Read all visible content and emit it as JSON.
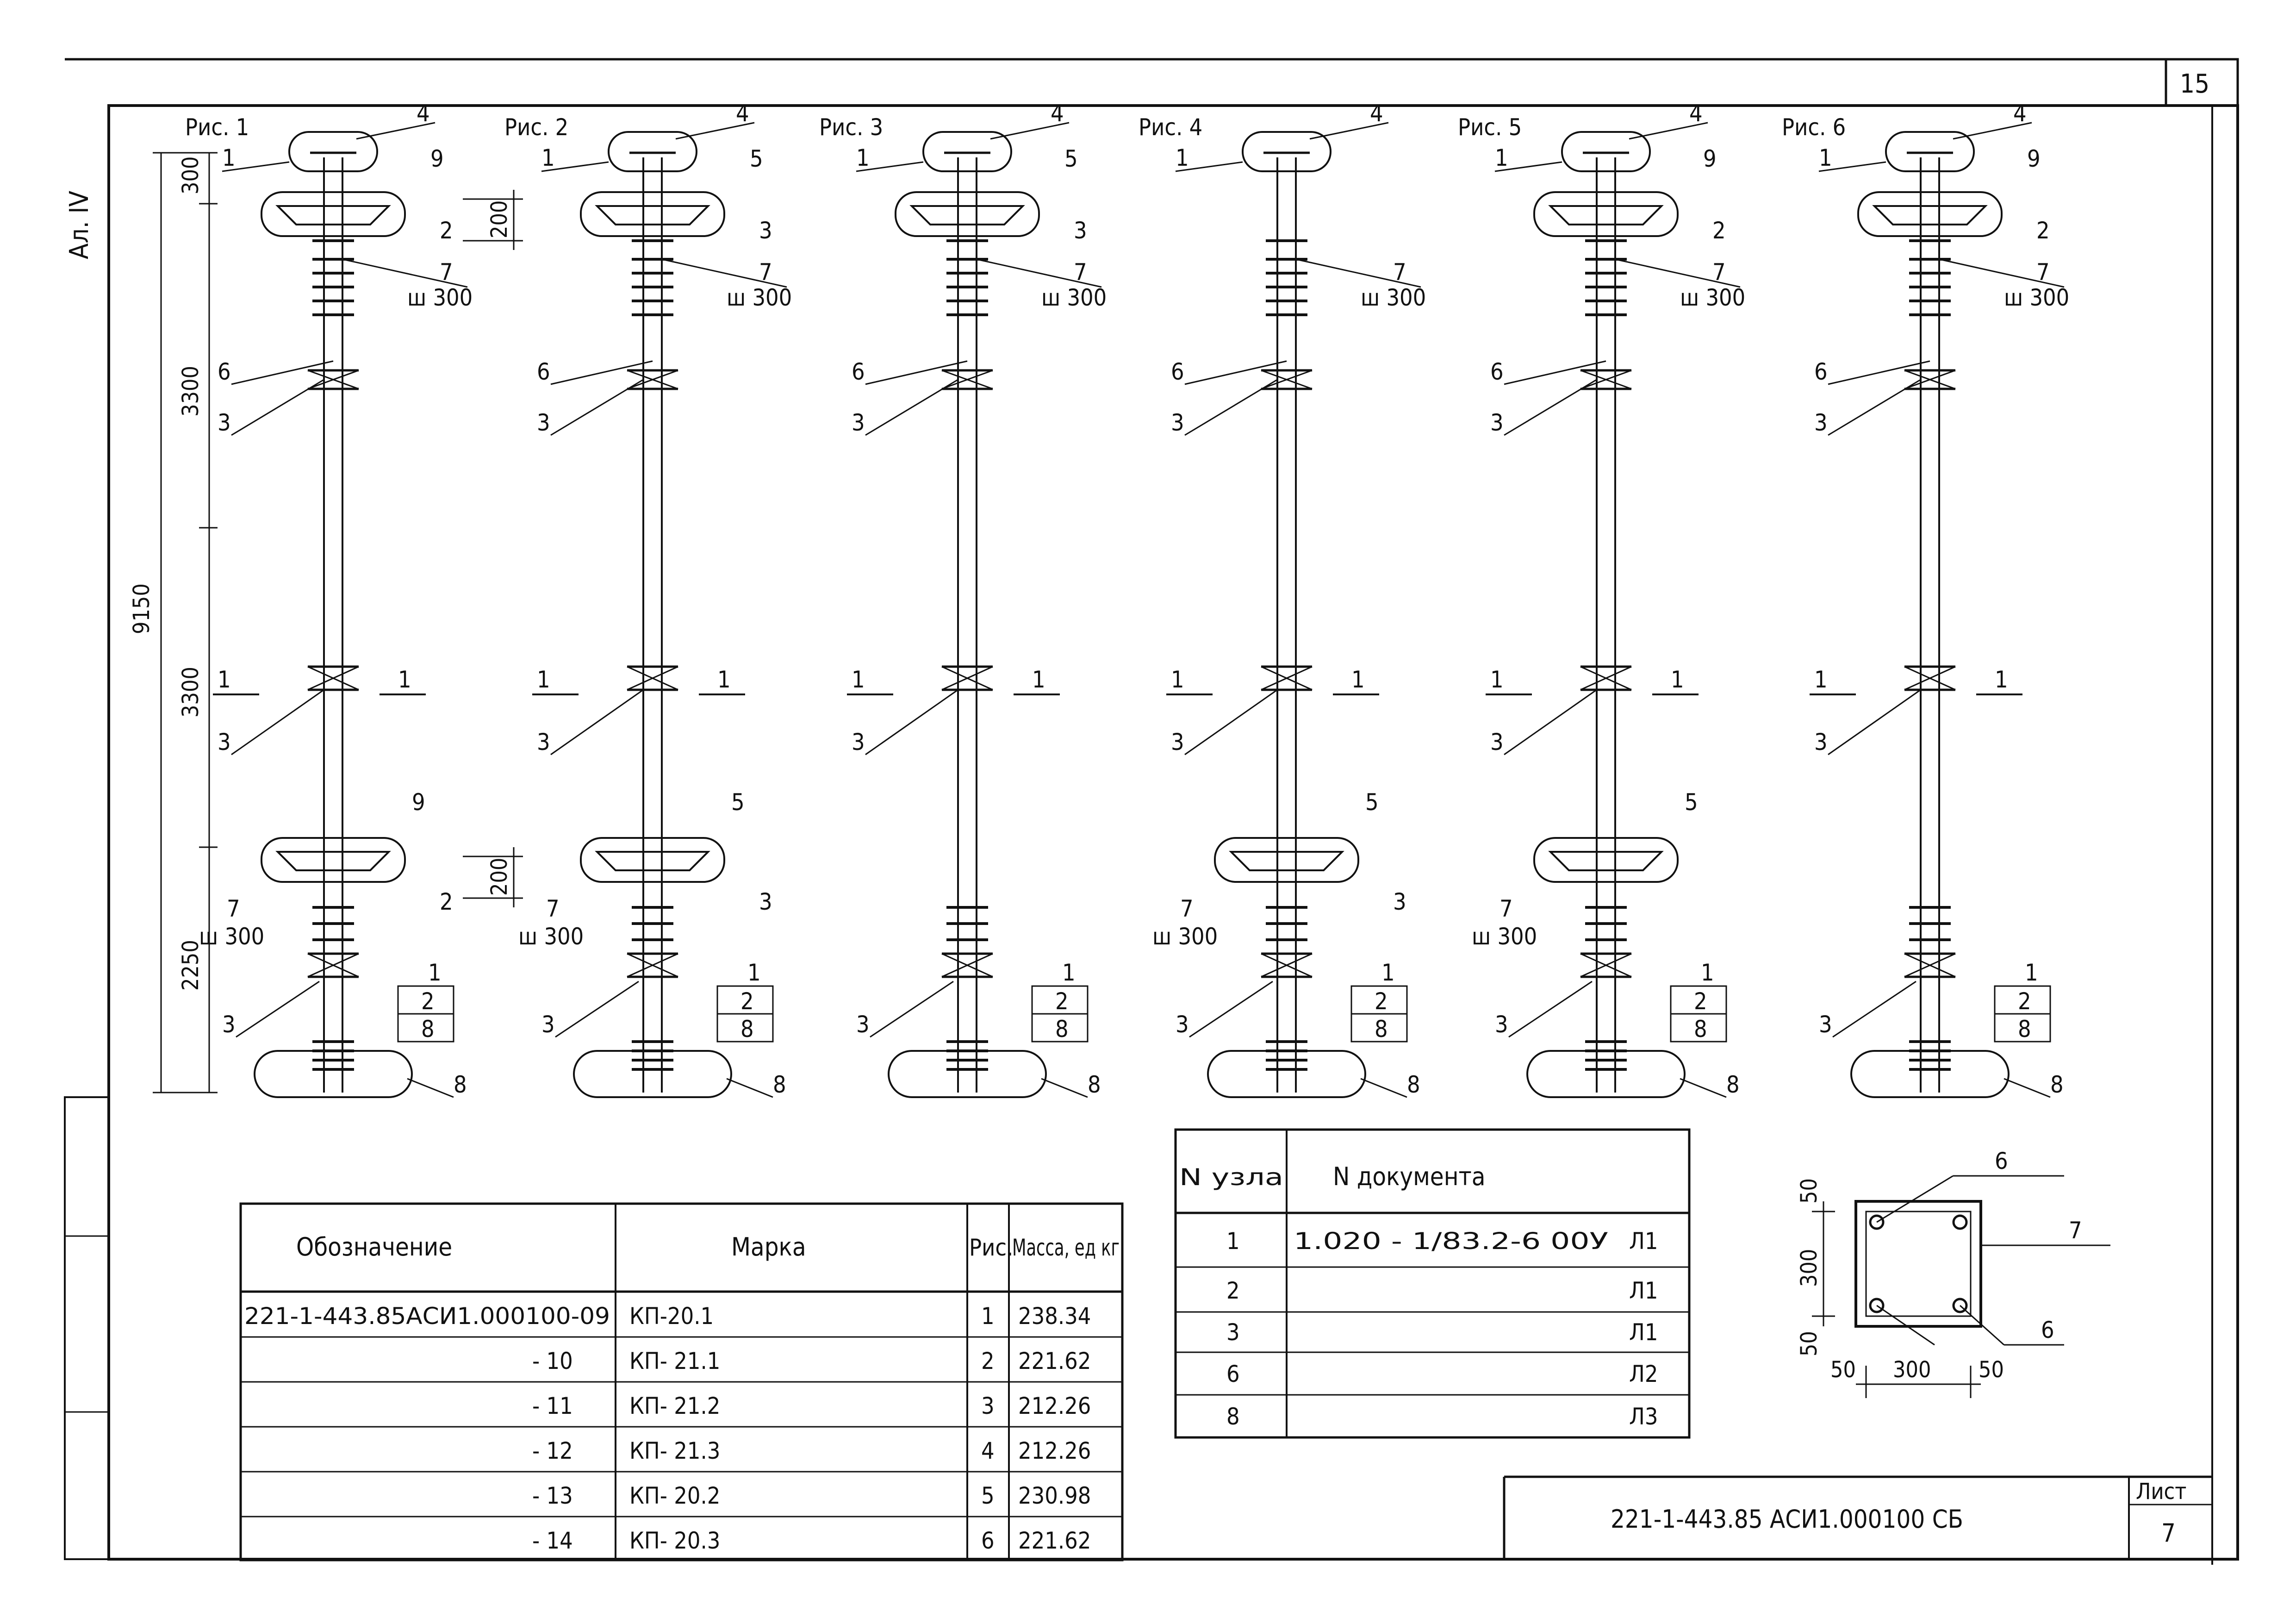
{
  "sheet_number": "15",
  "left_margin_label": "Ал. IV",
  "figures": [
    {
      "title": "Рис. 1",
      "top_lbl": [
        "4",
        "1",
        "9",
        "2",
        "7",
        "ш 300"
      ],
      "mid_lbl": [
        "6",
        "3"
      ],
      "sec": [
        "1",
        "1"
      ],
      "lower_lbl": [
        "3",
        "9",
        "7",
        "ш 300",
        "2"
      ],
      "node": [
        "1",
        "2",
        "8"
      ],
      "bottom_lbl": [
        "3",
        "8"
      ]
    },
    {
      "title": "Рис. 2",
      "top_lbl": [
        "4",
        "1",
        "5",
        "3",
        "7",
        "ш 300"
      ],
      "mid_lbl": [
        "6",
        "3"
      ],
      "sec": [
        "1",
        "1"
      ],
      "lower_lbl": [
        "3",
        "5",
        "7",
        "ш 300",
        "3"
      ],
      "node": [
        "1",
        "2",
        "8"
      ],
      "bottom_lbl": [
        "3",
        "8"
      ]
    },
    {
      "title": "Рис. 3",
      "top_lbl": [
        "4",
        "1",
        "5",
        "3",
        "7",
        "ш 300"
      ],
      "mid_lbl": [
        "6",
        "3"
      ],
      "sec": [
        "1",
        "1"
      ],
      "lower_lbl": [
        "3",
        "",
        "",
        "",
        ""
      ],
      "node": [
        "1",
        "2",
        "8"
      ],
      "bottom_lbl": [
        "3",
        "8"
      ]
    },
    {
      "title": "Рис. 4",
      "top_lbl": [
        "4",
        "1",
        "",
        "",
        "7",
        "ш 300"
      ],
      "mid_lbl": [
        "6",
        "3"
      ],
      "sec": [
        "1",
        "1"
      ],
      "lower_lbl": [
        "3",
        "5",
        "7",
        "ш 300",
        "3"
      ],
      "node": [
        "1",
        "2",
        "8"
      ],
      "bottom_lbl": [
        "3",
        "8"
      ]
    },
    {
      "title": "Рис. 5",
      "top_lbl": [
        "4",
        "1",
        "9",
        "2",
        "7",
        "ш 300"
      ],
      "mid_lbl": [
        "6",
        "3"
      ],
      "sec": [
        "1",
        "1"
      ],
      "lower_lbl": [
        "3",
        "5",
        "7",
        "ш 300",
        ""
      ],
      "node": [
        "1",
        "2",
        "8"
      ],
      "bottom_lbl": [
        "3",
        "8"
      ]
    },
    {
      "title": "Рис. 6",
      "top_lbl": [
        "4",
        "1",
        "9",
        "2",
        "7",
        "ш 300"
      ],
      "mid_lbl": [
        "6",
        "3"
      ],
      "sec": [
        "1",
        "1"
      ],
      "lower_lbl": [
        "3",
        "",
        "",
        "",
        ""
      ],
      "node": [
        "1",
        "2",
        "8"
      ],
      "bottom_lbl": [
        "3",
        "8"
      ]
    }
  ],
  "dimensions": {
    "total": "9150",
    "d1": "300",
    "d2": "3300",
    "d3": "3300",
    "d4": "2250",
    "d200a": "200",
    "d200b": "200"
  },
  "spec_table": {
    "headers": [
      "Обозначение",
      "Марка",
      "Рис.",
      "Масса, ед кг"
    ],
    "rows": [
      [
        "221-1-443.85АСИ1.000100-09",
        "КП-20.1",
        "1",
        "238.34"
      ],
      [
        "- 10",
        "КП- 21.1",
        "2",
        "221.62"
      ],
      [
        "- 11",
        "КП- 21.2",
        "3",
        "212.26"
      ],
      [
        "- 12",
        "КП- 21.3",
        "4",
        "212.26"
      ],
      [
        "- 13",
        "КП- 20.2",
        "5",
        "230.98"
      ],
      [
        "- 14",
        "КП- 20.3",
        "6",
        "221.62"
      ]
    ]
  },
  "node_table": {
    "headers": [
      "N узла",
      "N документа"
    ],
    "rows": [
      [
        "1",
        "1.020 - 1/83.2-6 00У",
        "Л1"
      ],
      [
        "2",
        "",
        "Л1"
      ],
      [
        "3",
        "",
        "Л1"
      ],
      [
        "6",
        "",
        "Л2"
      ],
      [
        "8",
        "",
        "Л3"
      ]
    ]
  },
  "section": {
    "labels": [
      "6",
      "7",
      "6"
    ],
    "dims_v": [
      "50",
      "300",
      "50"
    ],
    "dims_h": [
      "50",
      "300",
      "50"
    ]
  },
  "title_block": {
    "code": "221-1-443.85   АСИ1.000100 СБ",
    "sheet_label": "Лист",
    "sheet_value": "7"
  },
  "colors": {
    "ink": "#111111",
    "paper": "#ffffff"
  }
}
